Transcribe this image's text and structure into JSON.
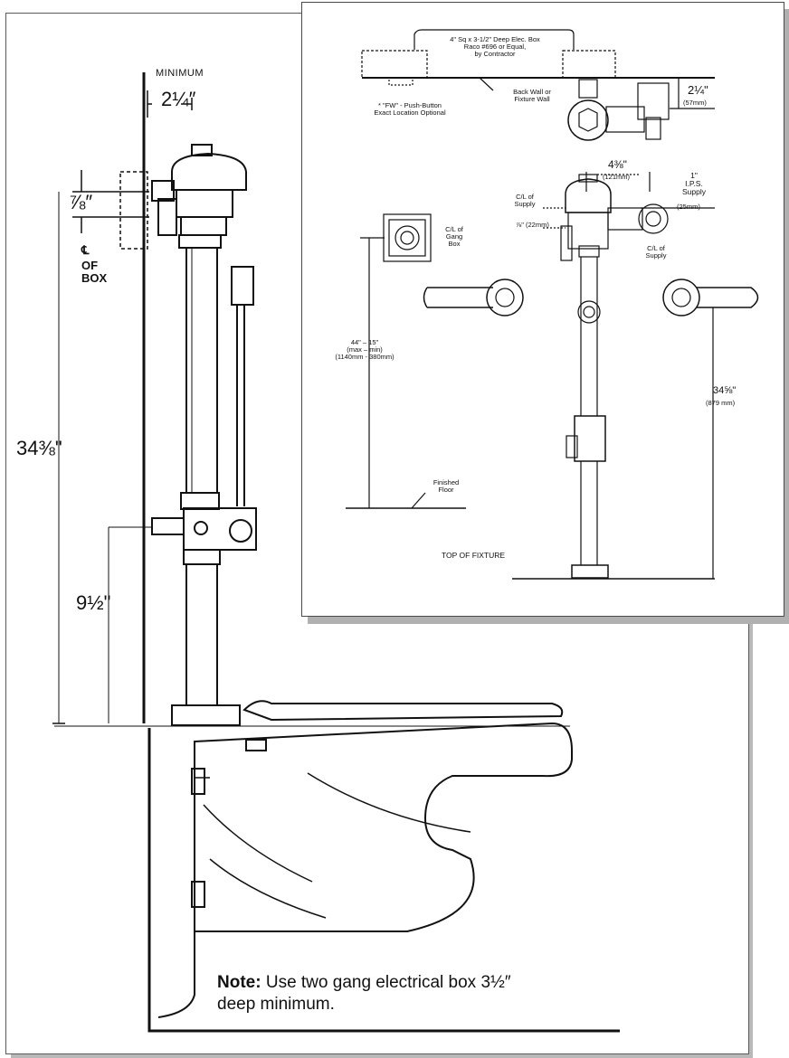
{
  "side_view": {
    "minimum_label": "MINIMUM",
    "wall_clearance": "2¼″",
    "box_offset": "⅞″",
    "box_centerline": "℄",
    "of_label": "OF",
    "box_label": "BOX",
    "height_to_box": "34⅜\"",
    "supply_height": "9½\""
  },
  "front_view": {
    "elec_box": "4\" Sq x 3-1/2\" Deep Elec. Box\nRaco #696 or Equal,\nby Contractor",
    "pushbutton": "* \"FW\" - Push-Button\nExact Location Optional",
    "back_wall": "Back Wall or\nFixture Wall",
    "wall_dim": "2¼\"",
    "wall_dim_mm": "(57mm)",
    "spacing": "4⅜\"",
    "spacing_mm": "(121mm)",
    "supply_size": "1\"\nI.P.S.\nSupply",
    "supply_size_mm": "(25mm)",
    "cl_supply_top": "C/L of\nSupply",
    "cl_offset": "⅞\" (22mm)",
    "cl_gang": "C/L of\nGang\nBox",
    "cl_supply_bottom": "C/L of\nSupply",
    "box_height": "44\" – 15\"\n(max – min)\n(1140mm - 380mm)",
    "fixture_height": "34⅝\"",
    "fixture_height_mm": "(879 mm)",
    "finished_floor": "Finished\nFloor",
    "top_of_fixture": "TOP OF FIXTURE"
  },
  "note": {
    "bold": "Note:",
    "text": " Use two gang electrical box 3½″ deep minimum."
  }
}
